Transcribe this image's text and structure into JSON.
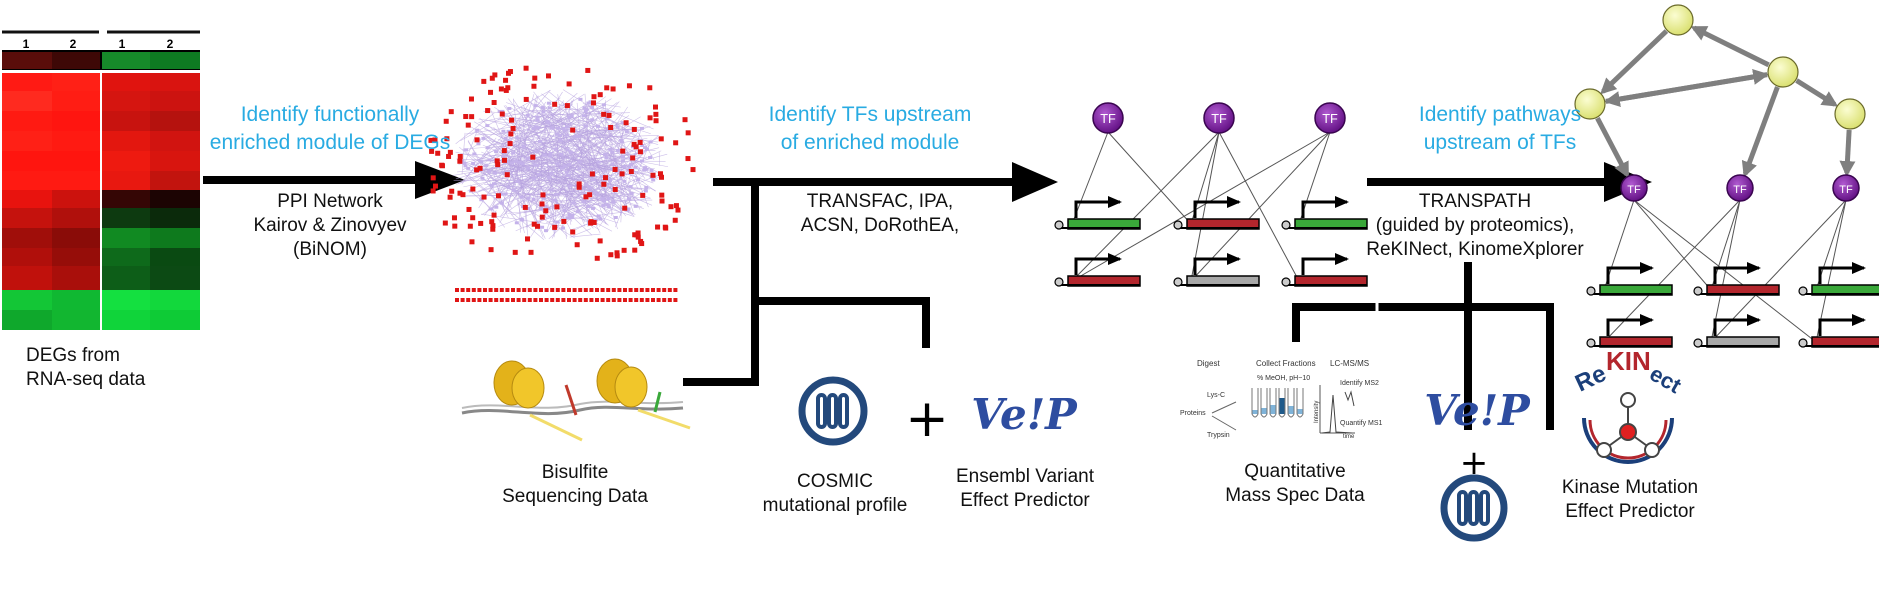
{
  "heatmap": {
    "col_labels": [
      "1",
      "2",
      "1",
      "2"
    ],
    "caption": [
      "DEGs from",
      "RNA-seq data"
    ]
  },
  "step1": {
    "question": [
      "Identify functionally",
      "enriched module of DEGs"
    ],
    "tools": [
      "PPI Network",
      "Kairov & Zinovyev",
      "(BiNOM)"
    ]
  },
  "step2": {
    "question": [
      "Identify TFs upstream",
      "of enriched module"
    ],
    "tools": [
      "TRANSFAC, IPA,",
      "ACSN, DoRothEA,"
    ]
  },
  "step3": {
    "question": [
      "Identify pathways",
      "upstream of TFs"
    ],
    "tools": [
      "TRANSPATH",
      "(guided by proteomics),",
      "ReKINect, KinomeXplorer"
    ]
  },
  "inputs": {
    "bisulfite": [
      "Bisulfite",
      "Sequencing Data"
    ],
    "cosmic": [
      "COSMIC",
      "mutational profile"
    ],
    "plus": "+",
    "vep_logo": "Ve!P",
    "vep_label": [
      "Ensembl Variant",
      "Effect Predictor"
    ],
    "mass_spec": [
      "Quantitative",
      "Mass Spec Data"
    ],
    "kinase_label": [
      "Kinase Mutation",
      "Effect Predictor"
    ],
    "rekinect_logo": "ReKINect"
  },
  "ms_workflow": {
    "digest": "Digest",
    "collect": "Collect Fractions",
    "lcms": "LC-MS/MS",
    "lysc": "Lys-C",
    "proteins": "Proteins",
    "trypsin": "Trypsin",
    "meoh": "% MeOH, pH~10",
    "identify": "Identify MS2",
    "quantify": "Quantify MS1",
    "intensity": "Intensity",
    "time": "time"
  },
  "tf_label": "TF",
  "colors": {
    "question_blue": "#29abe2",
    "tf_purple": "#7a1a9e",
    "node_yellow": "#eef29a",
    "gene_green": "#3aa83a",
    "gene_red": "#b3262d",
    "gene_gray": "#a8a8a8",
    "heat_red": "#ff1a12",
    "heat_green": "#12d43a",
    "network_red": "#e01515",
    "network_purple": "#b8a4e0",
    "logo_navy": "#23497c"
  }
}
